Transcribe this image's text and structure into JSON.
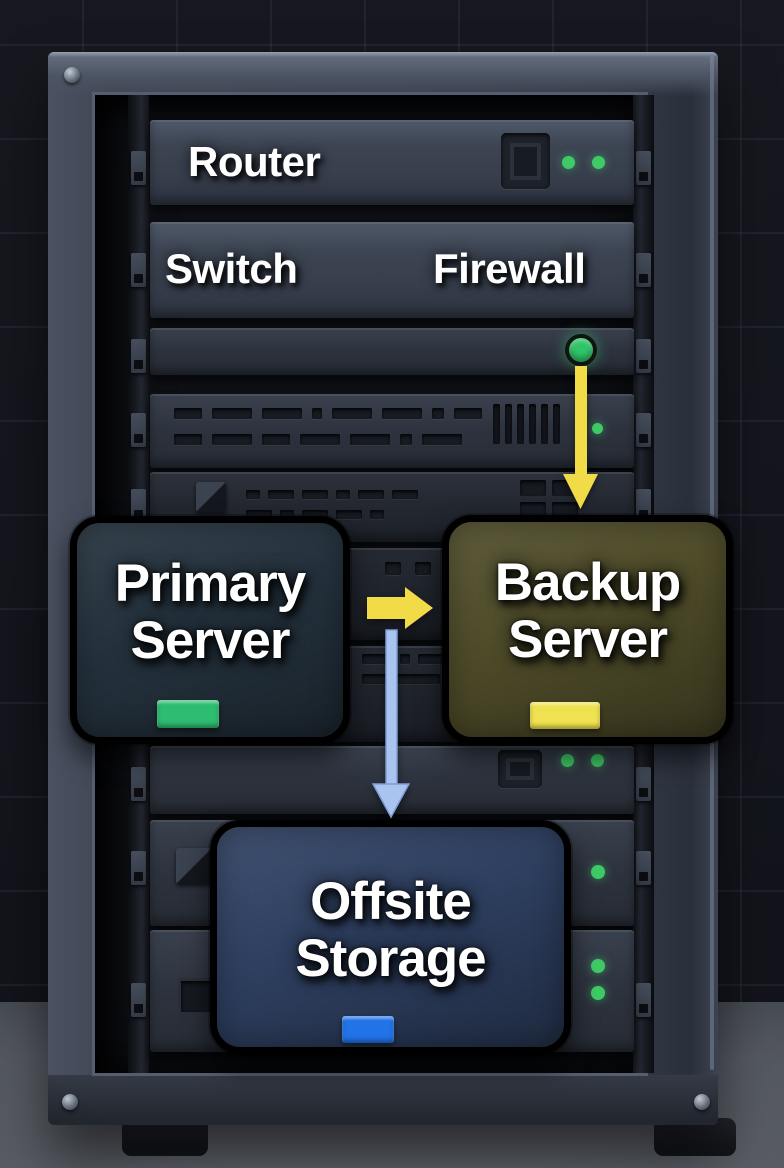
{
  "rack": {
    "units": [
      {
        "name": "router",
        "label": "Router",
        "leds": [
          "green",
          "green"
        ]
      },
      {
        "name": "switch-firewall",
        "label_left": "Switch",
        "label_right": "Firewall"
      },
      {
        "name": "patch-panel",
        "leds": [
          "green"
        ]
      },
      {
        "name": "server-1u",
        "leds": [
          "green"
        ]
      },
      {
        "name": "server-2u",
        "leds": []
      },
      {
        "name": "server-3u",
        "leds": []
      },
      {
        "name": "server-4u",
        "leds": []
      },
      {
        "name": "port-panel",
        "leds": [
          "green",
          "green"
        ]
      },
      {
        "name": "drive-shelf-1",
        "leds": [
          "green"
        ]
      },
      {
        "name": "drive-shelf-2",
        "leds": [
          "green",
          "green"
        ]
      }
    ]
  },
  "nodes": {
    "primary": {
      "label": "Primary Server",
      "line1": "Primary",
      "line2": "Server",
      "border_color": "#2f9d79",
      "bg_color": "#263440",
      "chip_color": "#2dbd70"
    },
    "backup": {
      "label": "Backup Server",
      "line1": "Backup",
      "line2": "Server",
      "border_color": "#ecd84c",
      "bg_color": "#524f2b",
      "chip_color": "#efe14f"
    },
    "offsite": {
      "label": "Offsite Storage",
      "line1": "Offsite",
      "line2": "Storage",
      "border_color": "#93abd8",
      "bg_color": "#304264",
      "chip_color": "#2273e8"
    }
  },
  "flows": [
    {
      "name": "firewall-to-backup",
      "color": "#f1dc48"
    },
    {
      "name": "primary-to-backup",
      "color": "#f1dc48"
    },
    {
      "name": "primary-to-offsite",
      "color": "#a9c4ef"
    }
  ],
  "colors": {
    "led_green": "#3ecb66",
    "status_light_green": "#2fc468"
  },
  "icons": {
    "port": "square-outline",
    "led": "round-dot"
  }
}
